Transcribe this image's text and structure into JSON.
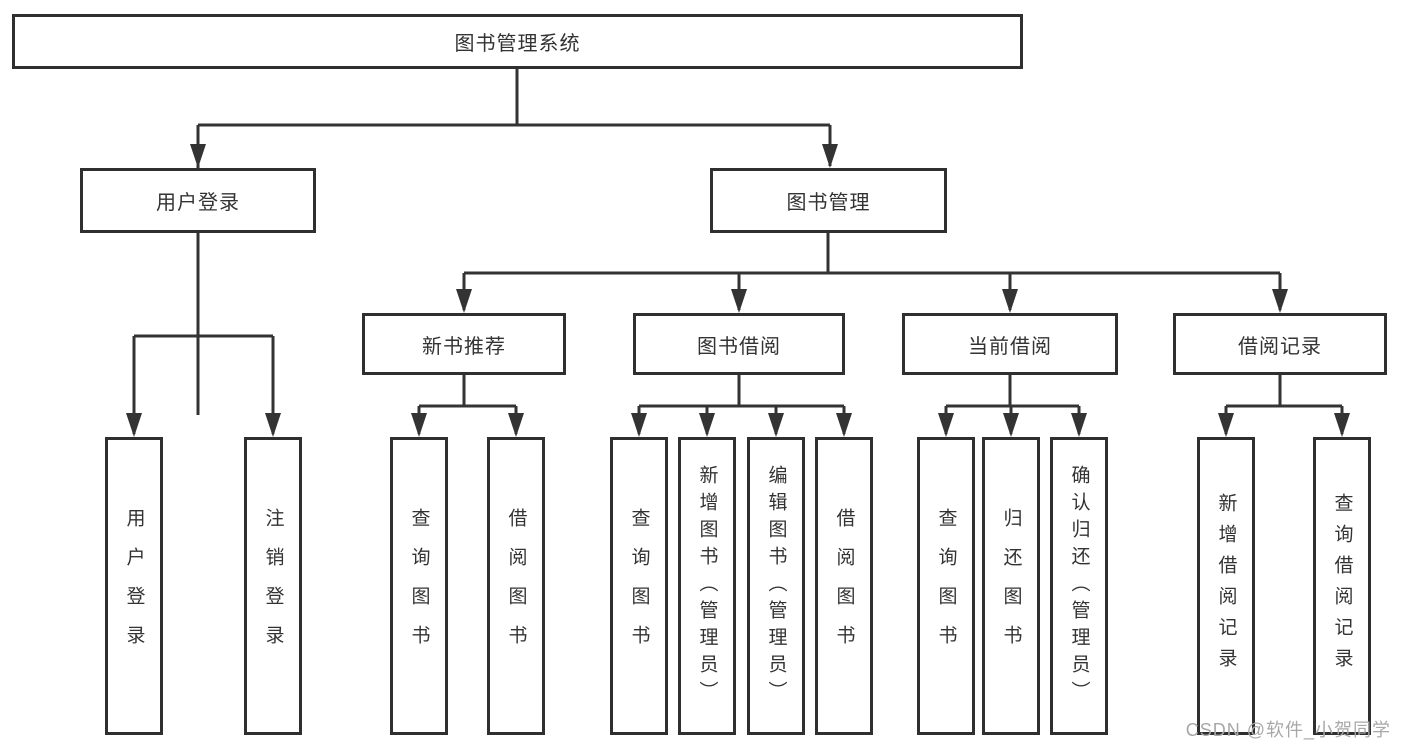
{
  "nodes": {
    "root": "图书管理系统",
    "user_login": "用户登录",
    "book_management": "图书管理",
    "new_book_recommendation": "新书推荐",
    "book_borrowing": "图书借阅",
    "current_borrowing": "当前借阅",
    "borrowing_records": "借阅记录"
  },
  "leaves": {
    "user_login_group": [
      "用户登录",
      "注销登录"
    ],
    "new_book_group": [
      "查询图书",
      "借阅图书"
    ],
    "book_borrowing_group": [
      "查询图书",
      "新增图书（管理员）",
      "编辑图书（管理员）",
      "借阅图书"
    ],
    "current_borrowing_group": [
      "查询图书",
      "归还图书",
      "确认归还（管理员）"
    ],
    "borrowing_records_group": [
      "新增借阅记录",
      "查询借阅记录"
    ]
  },
  "watermark": {
    "text": "CSDN @软件_小贺同学"
  },
  "colors": {
    "line": "#333333",
    "box_border": "#2f2f2f",
    "text": "#333333",
    "watermark": "#a8a8a8",
    "background": "#ffffff"
  }
}
